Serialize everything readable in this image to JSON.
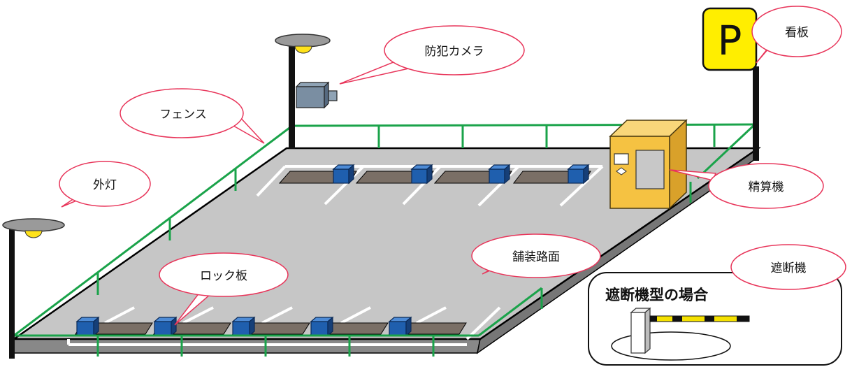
{
  "labels": {
    "camera": "防犯カメラ",
    "sign": "看板",
    "fence": "フェンス",
    "light": "外灯",
    "pay_machine": "精算機",
    "pavement": "舗装路面",
    "lock_plate": "ロック板",
    "barrier": "遮断機"
  },
  "sign_letter": "P",
  "inset_title": "遮断機型の場合",
  "colors": {
    "fence": "#1aa34a",
    "pavement": "#c6c6c6",
    "lock": "#1f5fae",
    "machine": "#f5c242",
    "sign": "#ffee00",
    "bubble_border": "#e8355a",
    "barrier_yellow": "#f5e100"
  }
}
